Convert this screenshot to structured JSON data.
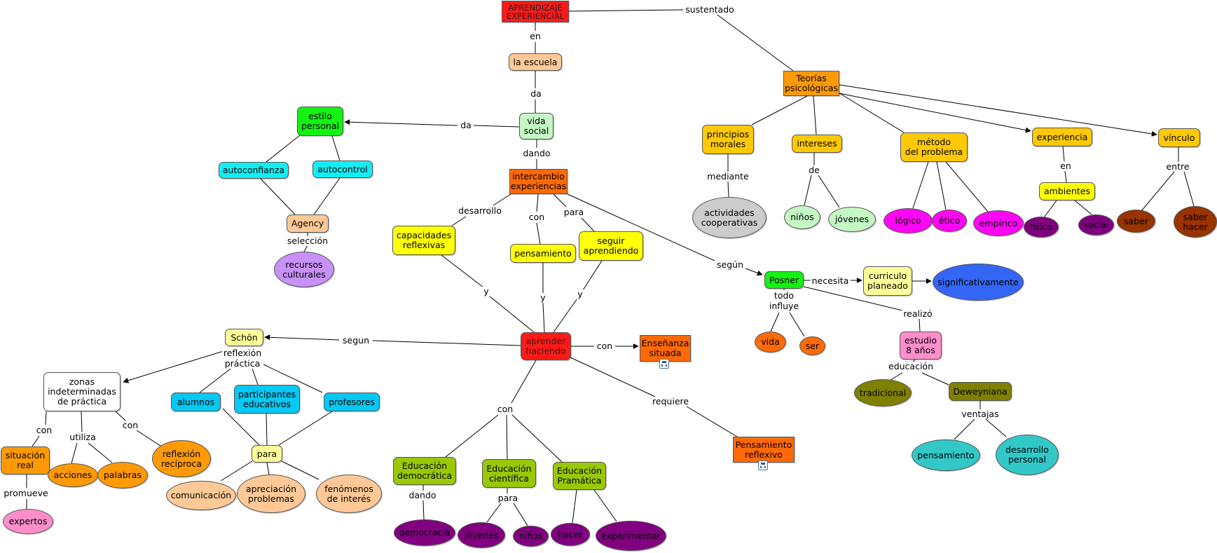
{
  "concepts": {
    "aprendizaje_experiencial": "APRENDIZAJE\nEXPERIENCIAL",
    "la_escuela": "la escuela",
    "vida_social": "vida\nsocial",
    "estilo_personal": "estilo\npersonal",
    "autoconfianza": "autoconfianza",
    "autocontrol": "autocontrol",
    "agency": "Agency",
    "recursos_culturales": "recursos\nculturales",
    "intercambio_experiencias": "intercambio\nexperiencias",
    "capacidades_reflexivas": "capacidades\nreflexivas",
    "pensamiento_center": "pensamiento",
    "seguir_aprendiendo": "seguir\naprendiendo",
    "aprender_haciendo": "aprender\nhaciendo",
    "ensenanza_situada": "Enseñanza\nsituada",
    "pensamiento_reflexivo": "Pensamiento\nreflexivo",
    "schon": "Schön",
    "zonas_indeterminadas": "zonas\nindeterminadas\nde práctica",
    "alumnos": "alumnos",
    "participantes_educativos": "participantes\neducativos",
    "profesores": "profesores",
    "para_node": "para",
    "situacion_real": "situación\nreal",
    "acciones": "acciones",
    "palabras": "palabras",
    "reflexion_reciproca": "reflexión\nrecíproca",
    "expertos": "expertos",
    "comunicacion": "comunicación",
    "apreciacion_problemas": "apreciación\nproblemas",
    "fenomenos_interes": "fenómenos\nde interés",
    "educacion_democratica": "Educación\ndemocrática",
    "educacion_cientifica": "Educación\ncientífica",
    "educacion_pramatica": "Educación\nPramática",
    "democracia": "democracia",
    "jovenes_bottom": "jóvenes",
    "ninos_bottom": "niños",
    "hacer": "hacer",
    "experimentar": "experimentar",
    "teorias_psicologicas": "Teorías\npsicológicas",
    "principios_morales": "principios\nmorales",
    "actividades_cooperativas": "actividades\ncooperativas",
    "intereses": "intereses",
    "ninos_top": "niños",
    "jovenes_top": "jóvenes",
    "metodo_problema": "método\ndel problema",
    "logico": "lógico",
    "etico": "ético",
    "empirico": "empírico",
    "experiencia": "experiencia",
    "ambientes": "ambientes",
    "fisico": "físico",
    "social": "social",
    "vinculo": "vínculo",
    "saber": "saber",
    "saber_hacer": "saber\nhacer",
    "posner": "Posner",
    "curriculo_planeado": "curriculo\nplaneado",
    "significativamente": "significativamente",
    "vida": "vida",
    "ser": "ser",
    "estudio_8_anos": "estudio\n8 años",
    "tradicional": "tradicional",
    "deweyniana": "Deweyniana",
    "pensamiento_right": "pensamiento",
    "desarrollo_personal": "desarrollo\npersonal"
  },
  "linking_phrases": {
    "sustentado": "sustentado",
    "en_top": "en",
    "da_top": "da",
    "da_left": "da",
    "dando_top": "dando",
    "seleccion": "selección",
    "desarrollo": "desarrollo",
    "con_center": "con",
    "para_center": "para",
    "segun_right": "según",
    "y_left": "y",
    "y_mid": "y",
    "y_right": "y",
    "segun_left": "segun",
    "con_ensenanza": "con",
    "requiere": "requiere",
    "con_bottom": "con",
    "reflexion_practica": "reflexión\npráctica",
    "con_zonas_left": "con",
    "utiliza": "utiliza",
    "con_zonas_right": "con",
    "promueve": "promueve",
    "dando_bottom": "dando",
    "para_bottom": "para",
    "mediante": "mediante",
    "de": "de",
    "en_right": "en",
    "entre": "entre",
    "necesita": "necesita",
    "todo_influye": "todo\ninfluye",
    "realizo": "realizó",
    "educacion": "educación",
    "ventajas": "ventajas"
  },
  "colors": {
    "red": "#ff1a1a",
    "peach": "#ffc997",
    "light_green": "#c4f7c4",
    "bright_green": "#13f213",
    "cyan": "#12eef4",
    "orange_dark": "#ff6a06",
    "yellow": "#ffff06",
    "pale_yellow": "#ffff9a",
    "sky_blue": "#05c8f4",
    "orange": "#ff9a06",
    "pink": "#ff8ecb",
    "lavender": "#c891f9",
    "olive_green": "#99c806",
    "purple": "#800080",
    "amber": "#ffc906",
    "light_gray": "#cccccc",
    "magenta": "#ff06f5",
    "brown": "#993300",
    "blue": "#3366f5",
    "olive": "#808000",
    "teal": "#33c8c8"
  }
}
